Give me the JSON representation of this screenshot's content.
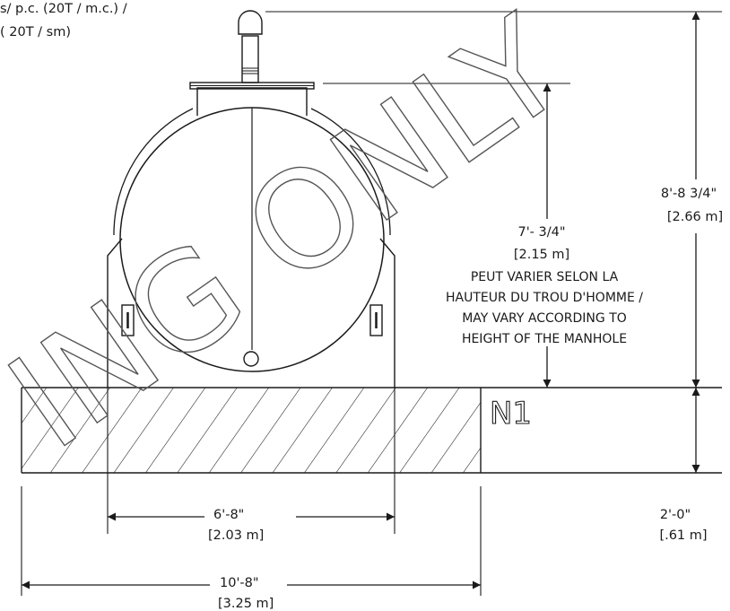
{
  "header_fragment": {
    "line1": "s/ p.c. (20T / m.c.) /",
    "line2": "( 20T / sm)"
  },
  "watermark": "ING ONLY",
  "level_marker": "N1",
  "dimensions": {
    "total_height": {
      "imperial": "8'-8 3/4\"",
      "metric": "[2.66 m]"
    },
    "manhole_height": {
      "imperial": "7'- 3/4\"",
      "metric": "[2.15 m]"
    },
    "manhole_note": [
      "PEUT VARIER SELON LA",
      "HAUTEUR DU  TROU D'HOMME /",
      "MAY VARY ACCORDING TO",
      "HEIGHT OF THE MANHOLE"
    ],
    "slab_thickness": {
      "imperial": "2'-0\"",
      "metric": "[.61 m]"
    },
    "saddle_width": {
      "imperial": "6'-8\"",
      "metric": "[2.03 m]"
    },
    "slab_width": {
      "imperial": "10'-8\"",
      "metric": "[3.25 m]"
    }
  },
  "colors": {
    "line": "#1a1a1a",
    "watermark": "#555555",
    "background": "#ffffff"
  }
}
